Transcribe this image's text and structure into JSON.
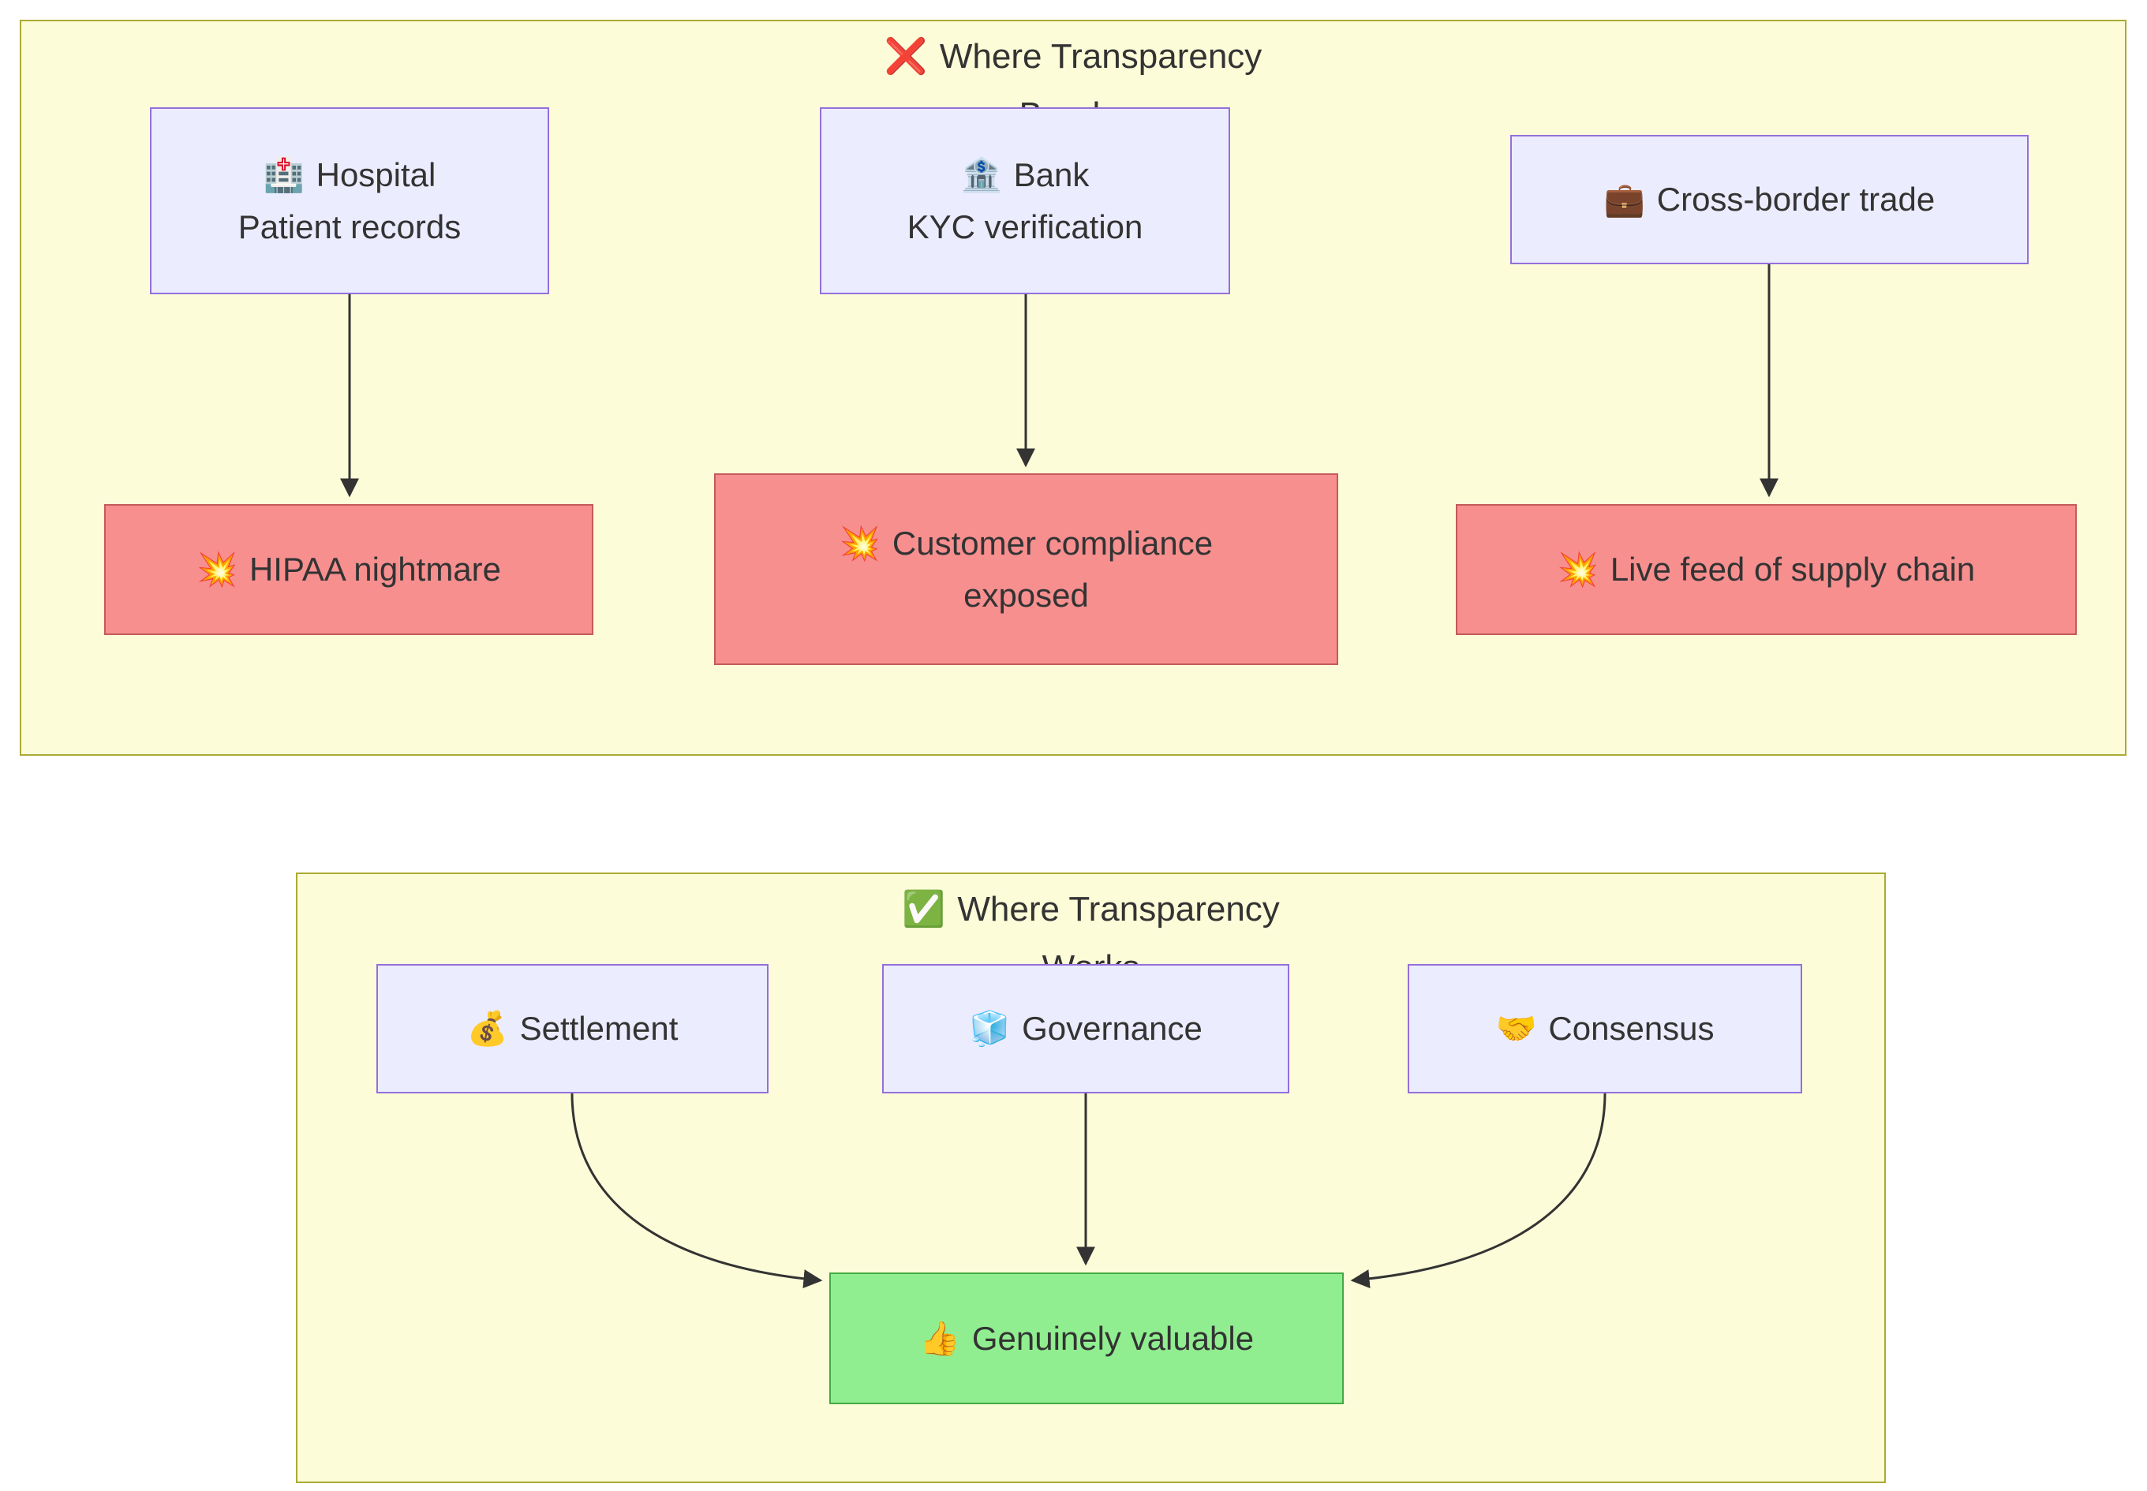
{
  "colors": {
    "cluster_fill": "#fcfcd8",
    "cluster_border": "#aaaa33",
    "node_fill": "#ECECFF",
    "node_border": "#9370DB",
    "bad_fill": "#f78f8f",
    "bad_border": "#c45a5a",
    "good_fill": "#90ee90",
    "good_border": "#44aa44",
    "arrow": "#333333",
    "text": "#333333"
  },
  "clusters": [
    {
      "title": {
        "icon": "❌",
        "text": "Where Transparency\nBreaks"
      },
      "nodes": [
        {
          "icon": "🏥",
          "label": "Hospital\nPatient records"
        },
        {
          "icon": "🏦",
          "label": "Bank\nKYC verification"
        },
        {
          "icon": "💼",
          "label": "Cross-border trade"
        },
        {
          "icon": "💥",
          "label": "HIPAA nightmare"
        },
        {
          "icon": "💥",
          "label": "Customer compliance\nexposed"
        },
        {
          "icon": "💥",
          "label": "Live feed of supply chain"
        }
      ]
    },
    {
      "title": {
        "icon": "✅",
        "text": "Where Transparency\nWorks"
      },
      "nodes": [
        {
          "icon": "💰",
          "label": "Settlement"
        },
        {
          "icon": "🧊",
          "label": "Governance"
        },
        {
          "icon": "🤝",
          "label": "Consensus"
        },
        {
          "icon": "👍",
          "label": "Genuinely valuable"
        }
      ]
    }
  ]
}
